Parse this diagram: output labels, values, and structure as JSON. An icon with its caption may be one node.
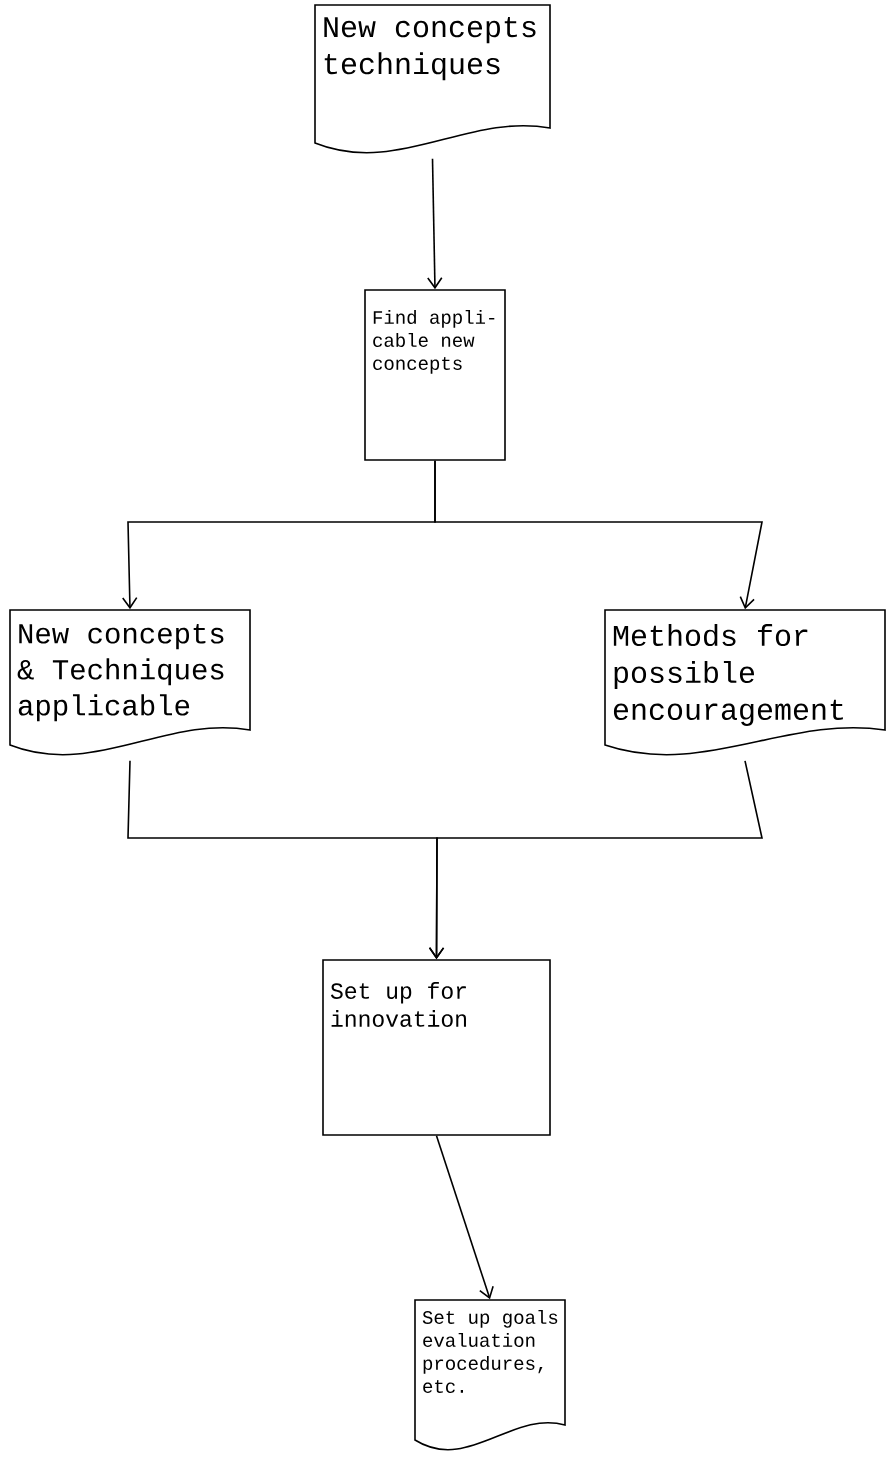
{
  "diagram": {
    "nodes": [
      {
        "text": [
          "New concepts techniques"
        ]
      },
      {
        "text": [
          "Find appli- cable new concepts"
        ]
      },
      {
        "text": [
          "New concepts & Techniques applicable"
        ]
      },
      {
        "text": [
          "Methods for possible encouragement"
        ]
      },
      {
        "text": [
          "Set up for innovation"
        ]
      },
      {
        "text": [
          "Set up goals evaluation procedures, etc."
        ]
      }
    ],
    "edges": [
      {
        "from": 0,
        "to": 1,
        "arrow": "to"
      },
      {
        "from": 1,
        "to": 2,
        "arrow": "to"
      },
      {
        "from": 1,
        "to": 3,
        "arrow": "to"
      },
      {
        "from": 2,
        "to": 4,
        "arrow": "to"
      },
      {
        "from": 3,
        "to": 4,
        "arrow": "to"
      },
      {
        "from": 4,
        "to": 5,
        "arrow": "to"
      }
    ]
  }
}
